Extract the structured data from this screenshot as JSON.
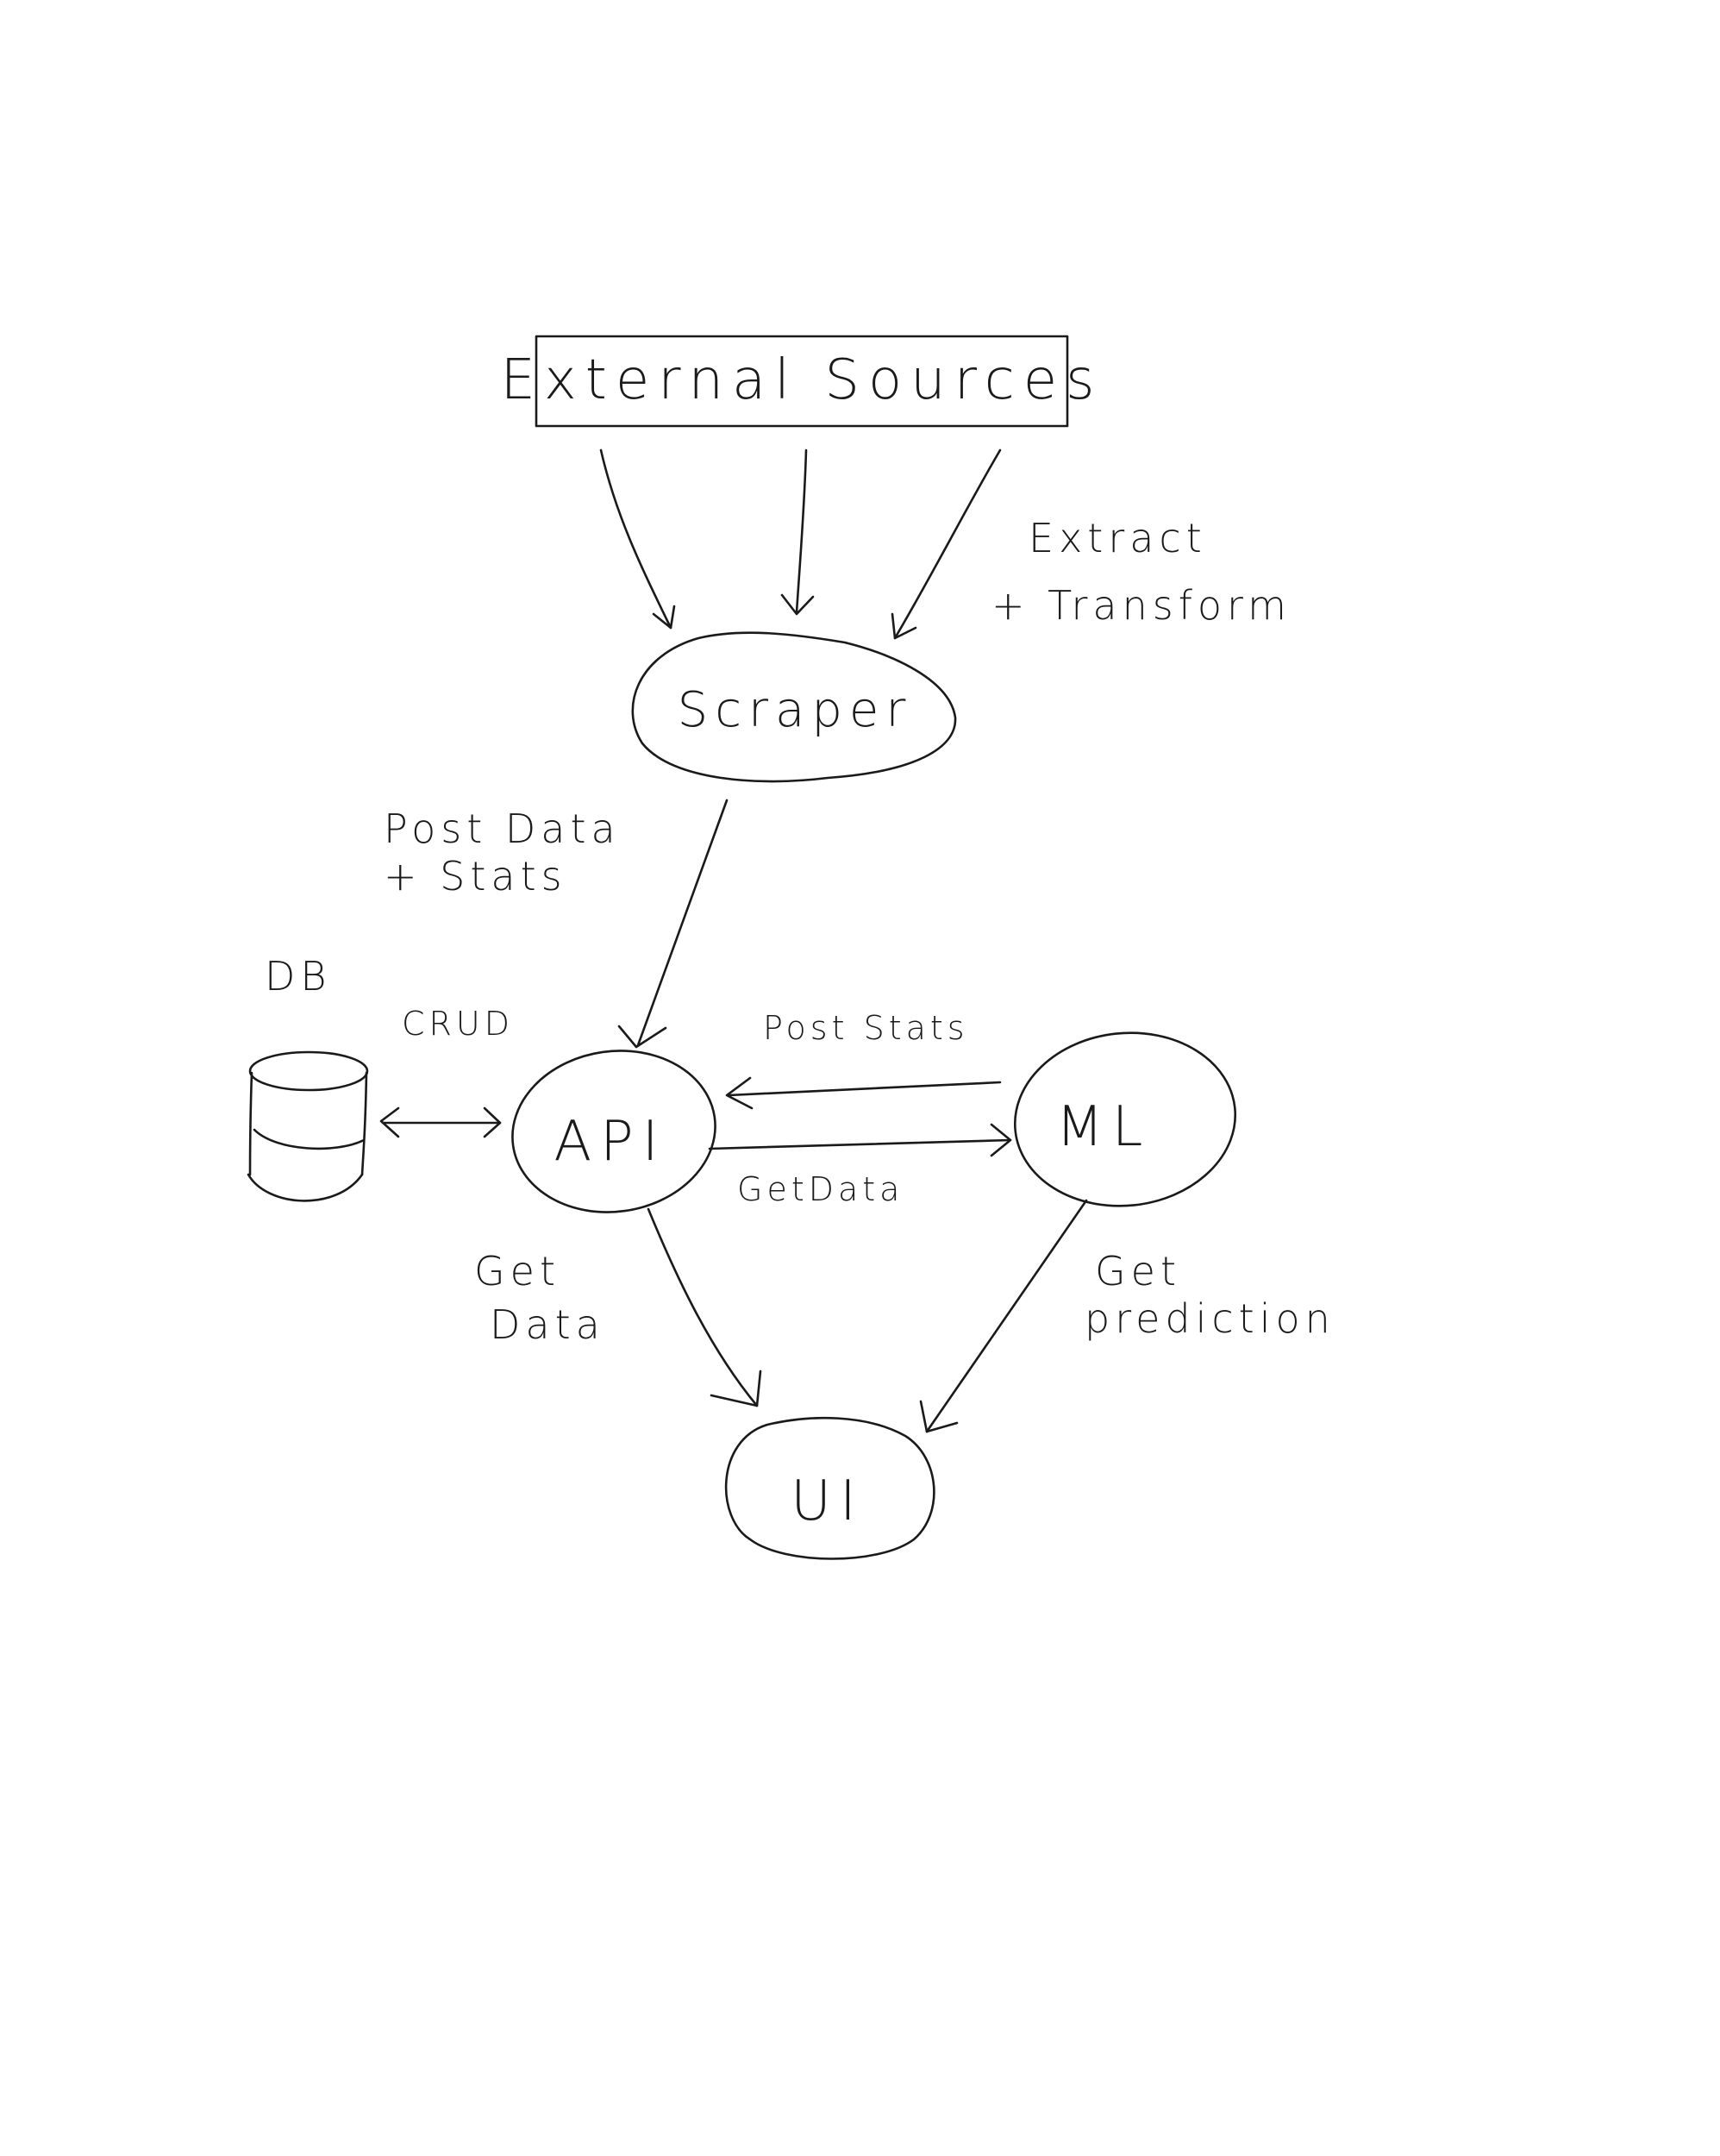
{
  "nodes": {
    "external_sources": "External Sources",
    "scraper": "Scraper",
    "db": "DB",
    "api": "API",
    "ml": "ML",
    "ui": "UI"
  },
  "edges": {
    "extract_transform": [
      "Extract",
      "+ Transform"
    ],
    "post_data_stats": [
      "Post Data",
      "+ Stats"
    ],
    "crud": "CRUD",
    "post_stats": "Post Stats",
    "get_data_ml": "GetData",
    "get_data_ui": [
      "Get",
      "Data"
    ],
    "get_prediction": [
      "Get",
      "prediction"
    ]
  },
  "colors": {
    "ink": "#1a1a1a",
    "background": "#ffffff"
  }
}
